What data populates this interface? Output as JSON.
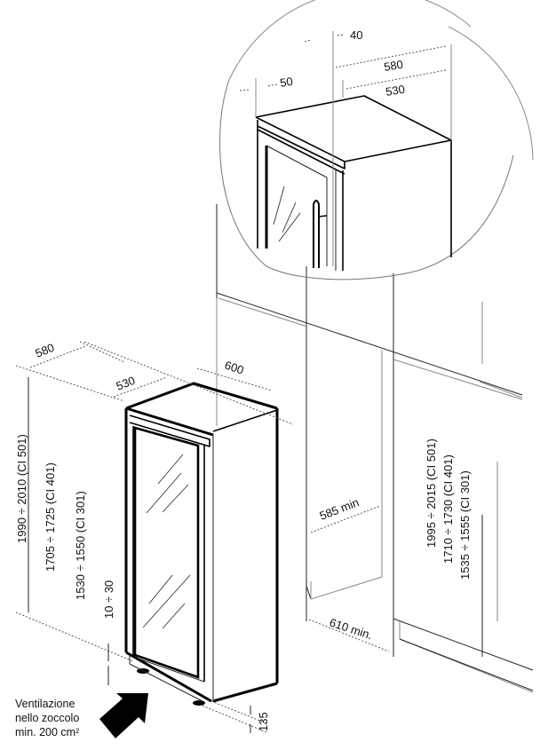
{
  "detail_view": {
    "dimensions": {
      "gap_top": "40",
      "depth_outer": "580",
      "depth_cabinet": "530",
      "door_offset": "50"
    }
  },
  "main_view": {
    "dimensions": {
      "depth_outer": "580",
      "depth_cabinet": "530",
      "width": "600",
      "height_ci501": "1990 ÷ 2010 (CI 501)",
      "height_ci401": "1705 ÷ 1725 (CI 401)",
      "height_ci301": "1530 ÷ 1550 (CI 301)",
      "plinth_gap": "10 ÷ 30",
      "plinth_height": "135"
    },
    "ventilation_note": {
      "line1": "Ventilazione",
      "line2": "nello zoccolo",
      "line3": "min. 200 cm²"
    }
  },
  "niche": {
    "dimensions": {
      "depth_min": "585 min",
      "width_min": "610 min.",
      "height_ci501": "1995 ÷ 2015 (CI 501)",
      "height_ci401": "1710 ÷ 1730 (CI 401)",
      "height_ci301": "1535 ÷ 1555 (CI 301)"
    }
  },
  "icons": {
    "ventilation_arrow": "arrow-up-right-icon"
  }
}
